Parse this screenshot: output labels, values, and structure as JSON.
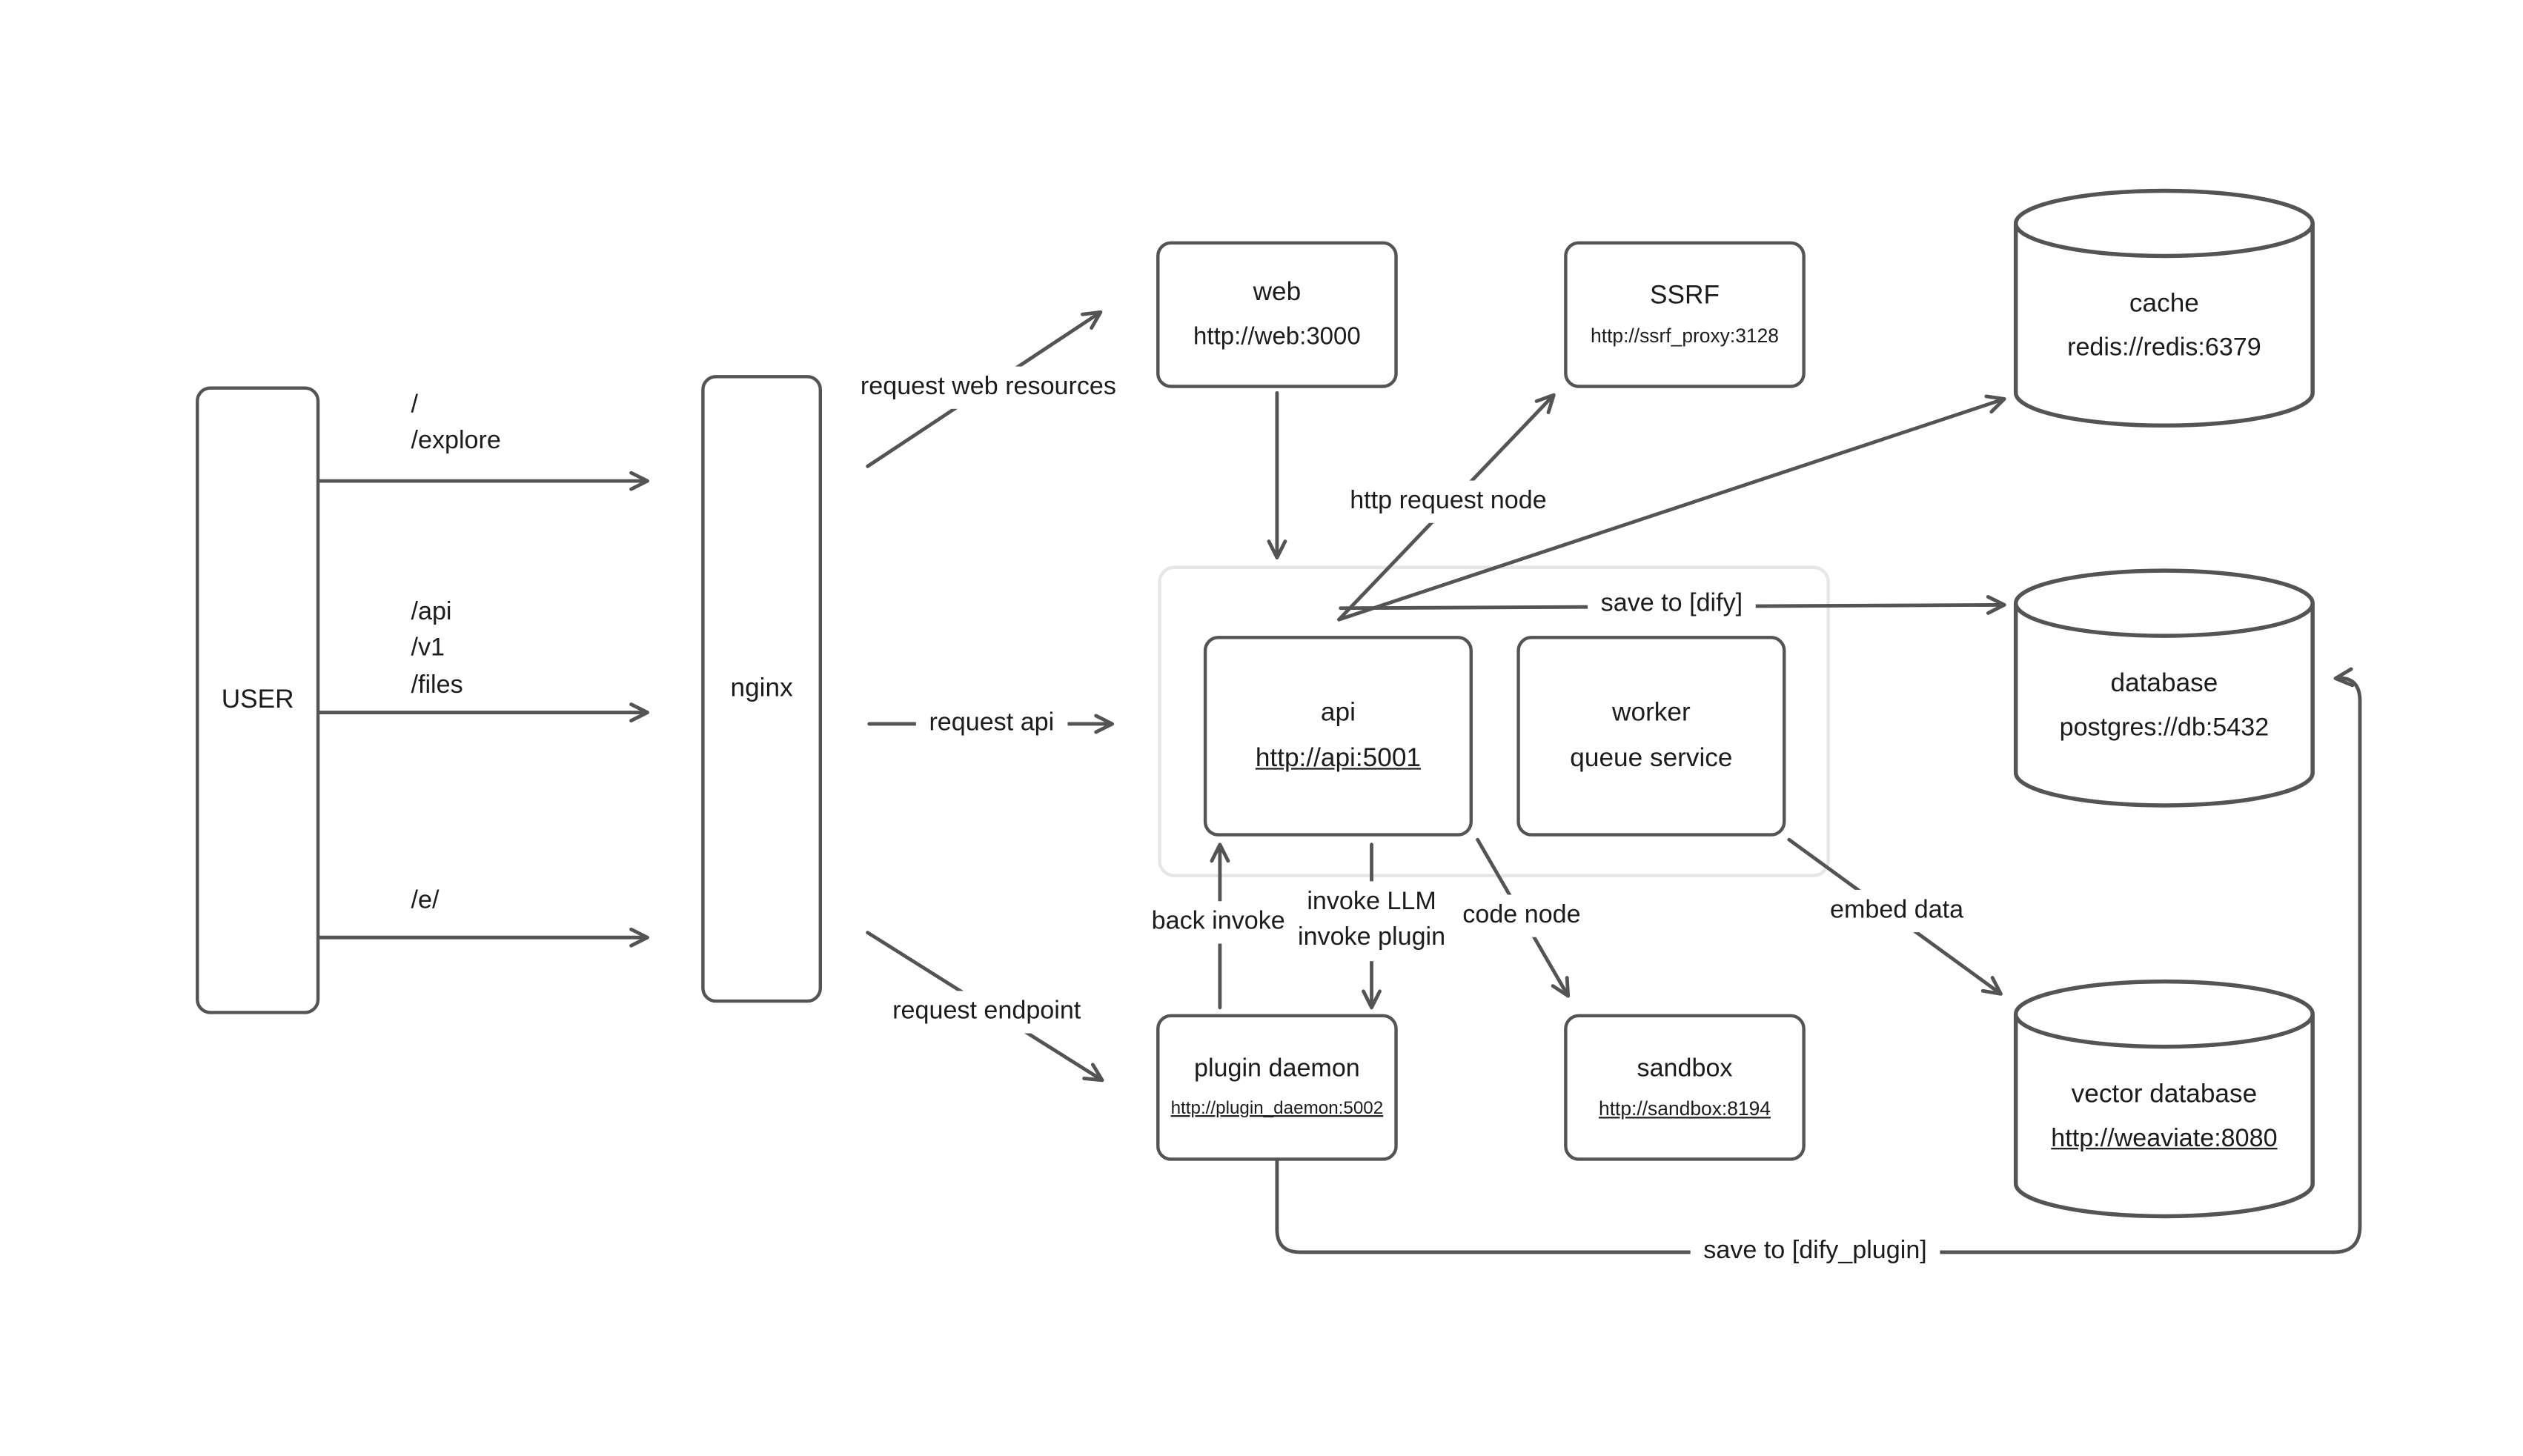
{
  "colors": {
    "stroke": "#545454",
    "text": "#1c1c1e",
    "group_border": "#e6e6e6",
    "background": "#ffffff"
  },
  "nodes": {
    "user": {
      "label": "USER"
    },
    "nginx": {
      "label": "nginx"
    },
    "web": {
      "title": "web",
      "subtitle": "http://web:3000"
    },
    "ssrf": {
      "title": "SSRF",
      "subtitle": "http://ssrf_proxy:3128"
    },
    "cache": {
      "title": "cache",
      "subtitle": "redis://redis:6379"
    },
    "api": {
      "title": "api",
      "subtitle": "http://api:5001"
    },
    "worker": {
      "title": "worker",
      "subtitle": "queue service"
    },
    "database": {
      "title": "database",
      "subtitle": "postgres://db:5432"
    },
    "plugin_daemon": {
      "title": "plugin daemon",
      "subtitle": "http://plugin_daemon:5002"
    },
    "sandbox": {
      "title": "sandbox",
      "subtitle": "http://sandbox:8194"
    },
    "vector_database": {
      "title": "vector database",
      "subtitle": "http://weaviate:8080"
    }
  },
  "routes": {
    "top": [
      "/",
      "/explore"
    ],
    "middle": [
      "/api",
      "/v1",
      "/files"
    ],
    "bottom": [
      "/e/"
    ]
  },
  "edges": {
    "request_web_resources": "request web resources",
    "request_api": "request api",
    "request_endpoint": "request endpoint",
    "http_request_node": "http request node",
    "save_to_dify": "save to [dify]",
    "back_invoke": "back invoke",
    "invoke_llm": "invoke LLM",
    "invoke_plugin": "invoke plugin",
    "code_node": "code node",
    "embed_data": "embed data",
    "save_to_dify_plugin": "save to [dify_plugin]"
  }
}
